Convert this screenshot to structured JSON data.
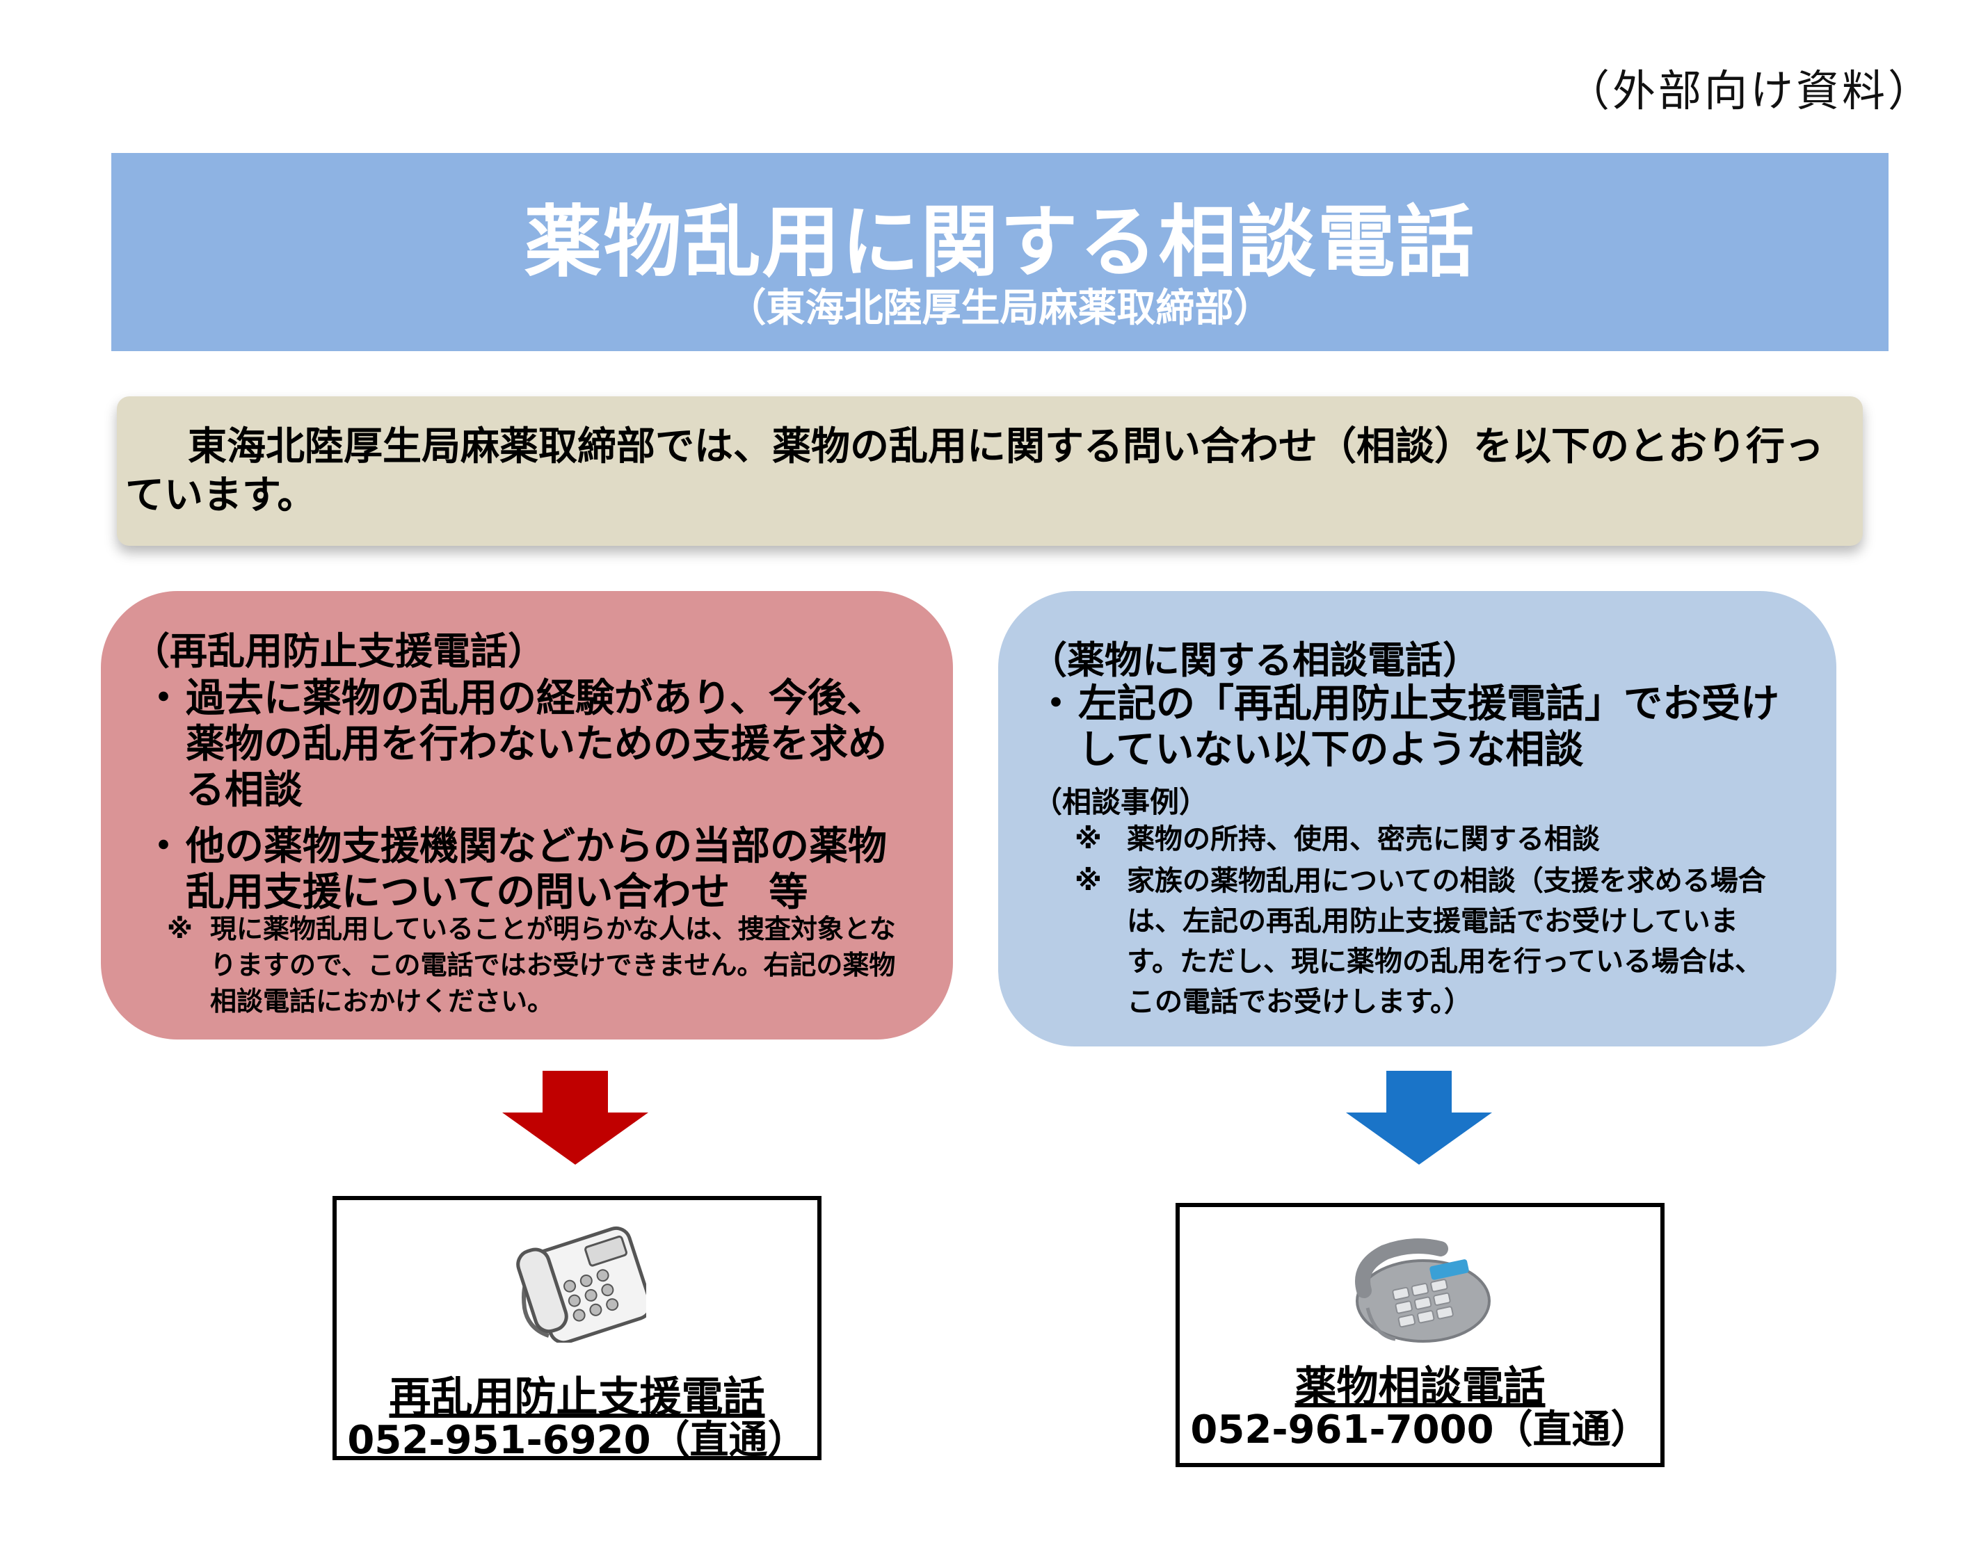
{
  "corner_label": "（外部向け資料）",
  "banner": {
    "title": "薬物乱用に関する相談電話",
    "subtitle": "（東海北陸厚生局麻薬取締部）"
  },
  "intro": "東海北陸厚生局麻薬取締部では、薬物の乱用に関する問い合わせ（相談）を以下のとおり行っています。",
  "left_panel": {
    "heading": "（再乱用防止支援電話）",
    "bullet_mark": "・",
    "bullets": [
      "過去に薬物の乱用の経験があり、今後、薬物の乱用を行わないための支援を求める相談",
      "他の薬物支援機関などからの当部の薬物乱用支援についての問い合わせ　等"
    ],
    "note_mark": "※",
    "note": "現に薬物乱用していることが明らかな人は、捜査対象となりますので、この電話ではお受けできません。右記の薬物相談電話におかけください。",
    "arrow_color": "#c00000"
  },
  "right_panel": {
    "heading": "（薬物に関する相談電話）",
    "bullet_mark": "・",
    "bullet": "左記の「再乱用防止支援電話」でお受けしていない以下のような相談",
    "cases_label": "（相談事例）",
    "case_mark": "※",
    "cases": [
      "薬物の所持、使用、密売に関する相談",
      "家族の薬物乱用についての相談（支援を求める場合は、左記の再乱用防止支援電話でお受けしています。ただし、現に薬物の乱用を行っている場合は、この電話でお受けします。）"
    ],
    "arrow_color": "#1a74c8"
  },
  "left_phone": {
    "name": "再乱用防止支援電話",
    "number": "052-951-6920（直通）",
    "icon": "desk-phone-icon"
  },
  "right_phone": {
    "name": "薬物相談電話",
    "number": "052-961-7000（直通）",
    "icon": "desk-phone-icon"
  }
}
